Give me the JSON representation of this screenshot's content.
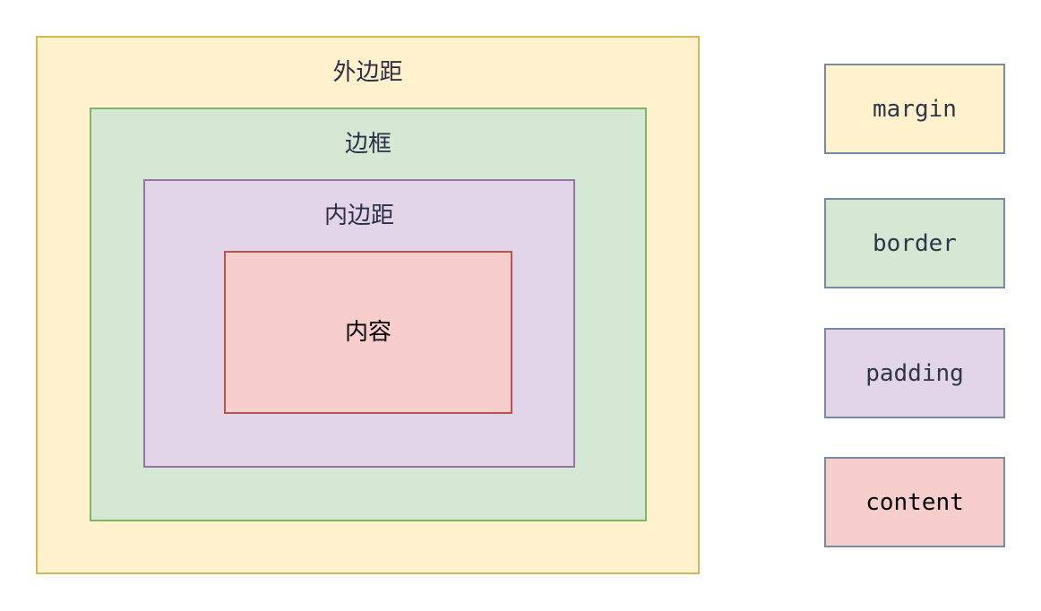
{
  "diagram": {
    "margin_label": "外边距",
    "border_label": "边框",
    "padding_label": "内边距",
    "content_label": "内容"
  },
  "legend": {
    "items": [
      {
        "label": "margin",
        "color": "#fff2cc"
      },
      {
        "label": "border",
        "color": "#d5e8d4"
      },
      {
        "label": "padding",
        "color": "#e1d5e7"
      },
      {
        "label": "content",
        "color": "#f8cecc"
      }
    ]
  },
  "colors": {
    "margin_fill": "#fff2cc",
    "margin_stroke": "#d6b656",
    "border_fill": "#d5e8d4",
    "border_stroke": "#82b366",
    "padding_fill": "#e1d5e7",
    "padding_stroke": "#9673a6",
    "content_fill": "#f8cecc",
    "content_stroke": "#b85450",
    "legend_stroke": "#788aa3"
  }
}
